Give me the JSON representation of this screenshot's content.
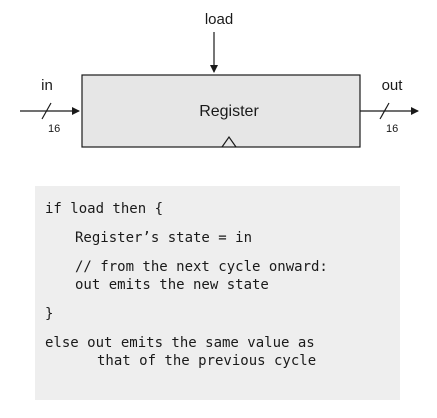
{
  "diagram": {
    "load_label": "load",
    "in_label": "in",
    "out_label": "out",
    "register_label": "Register",
    "in_width": "16",
    "out_width": "16",
    "colors": {
      "box_fill": "#e6e6e6",
      "stroke": "#1a1a1a"
    }
  },
  "code": {
    "line1": "if load then {",
    "line2": "Register’s state = in",
    "line3": "// from the next cycle onward:",
    "line4": "out emits the new state",
    "line5": "}",
    "line6": "else out emits the same value as",
    "line7": "that of the previous cycle"
  }
}
